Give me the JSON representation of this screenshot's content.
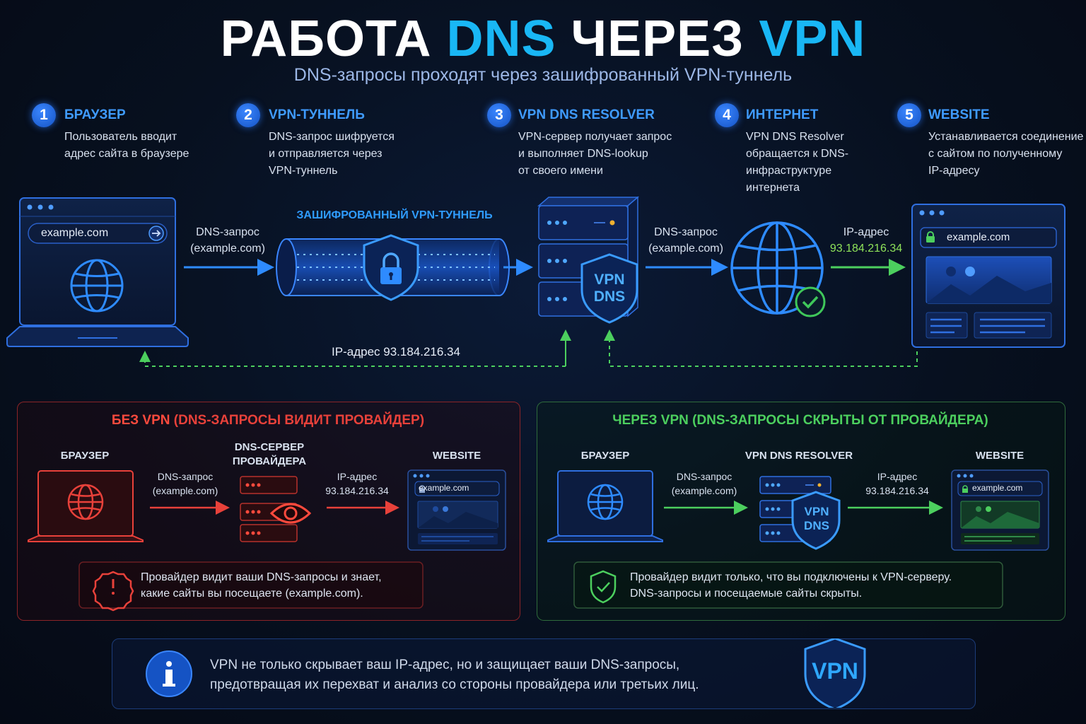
{
  "title": {
    "part1": "РАБОТА",
    "part2": "DNS",
    "part3": "ЧЕРЕЗ",
    "part4": "VPN"
  },
  "subtitle": "DNS-запросы проходят через зашифрованный VPN-туннель",
  "steps": [
    {
      "num": "1",
      "title": "БРАУЗЕР",
      "lines": [
        "Пользователь вводит",
        "адрес сайта в браузере"
      ]
    },
    {
      "num": "2",
      "title": "VPN-ТУННЕЛЬ",
      "lines": [
        "DNS-запрос шифруется",
        "и отправляется через",
        "VPN-туннель"
      ]
    },
    {
      "num": "3",
      "title": "VPN DNS RESOLVER",
      "lines": [
        "VPN-сервер получает запрос",
        "и выполняет DNS-lookup",
        "от своего имени"
      ]
    },
    {
      "num": "4",
      "title": "ИНТЕРНЕТ",
      "lines": [
        "VPN DNS Resolver",
        "обращается к DNS-",
        "инфраструктуре",
        "интернета"
      ]
    },
    {
      "num": "5",
      "title": "WEBSITE",
      "lines": [
        "Устанавливается соединение",
        "с сайтом по полученному",
        "IP-адресу"
      ]
    }
  ],
  "flow": {
    "url": "example.com",
    "dns_request": [
      "DNS-запрос",
      "(example.com)"
    ],
    "tunnel_label": "ЗАШИФРОВАННЫЙ VPN-ТУННЕЛЬ",
    "dns_request2": [
      "DNS-запрос",
      "(example.com)"
    ],
    "ip_label": "IP-адрес",
    "ip_value": "93.184.216.34",
    "return_label": "IP-адрес 93.184.216.34",
    "vpn_badge": [
      "VPN",
      "DNS"
    ]
  },
  "without_vpn": {
    "heading_bold": "БЕЗ VPN",
    "heading_rest": " (DNS-ЗАПРОСЫ ВИДИТ ПРОВАЙДЕР)",
    "browser": "БРАУЗЕР",
    "server": [
      "DNS-СЕРВЕР",
      "ПРОВАЙДЕРА"
    ],
    "website": "WEBSITE",
    "dns_request": [
      "DNS-запрос",
      "(example.com)"
    ],
    "ip": [
      "IP-адрес",
      "93.184.216.34"
    ],
    "url": "example.com",
    "note": [
      "Провайдер видит ваши DNS-запросы и знает,",
      "какие сайты вы посещаете (example.com)."
    ]
  },
  "with_vpn": {
    "heading_bold": "ЧЕРЕЗ VPN",
    "heading_rest": " (DNS-ЗАПРОСЫ СКРЫТЫ ОТ ПРОВАЙДЕРА)",
    "browser": "БРАУЗЕР",
    "server": "VPN DNS RESOLVER",
    "website": "WEBSITE",
    "dns_request": [
      "DNS-запрос",
      "(example.com)"
    ],
    "ip": [
      "IP-адрес",
      "93.184.216.34"
    ],
    "url": "example.com",
    "badge": [
      "VPN",
      "DNS"
    ],
    "note": [
      "Провайдер видит только, что вы подключены к VPN-серверу.",
      "DNS-запросы и посещаемые сайты скрыты."
    ]
  },
  "info": {
    "lines": [
      "VPN не только скрывает ваш IP-адрес, но и защищает ваши DNS-запросы,",
      "предотвращая их перехват и анализ со стороны провайдера или третьих лиц."
    ],
    "shield": "VPN"
  },
  "colors": {
    "accent": "#3f9bff",
    "cyan": "#19b7f5",
    "red": "#e8413a",
    "green": "#4ccf5e",
    "ip_green": "#8fe35a"
  },
  "icons": [
    "globe-icon",
    "lock-icon",
    "shield-icon",
    "check-icon",
    "eye-icon",
    "alert-icon",
    "info-icon",
    "arrow-right-icon",
    "image-icon"
  ]
}
